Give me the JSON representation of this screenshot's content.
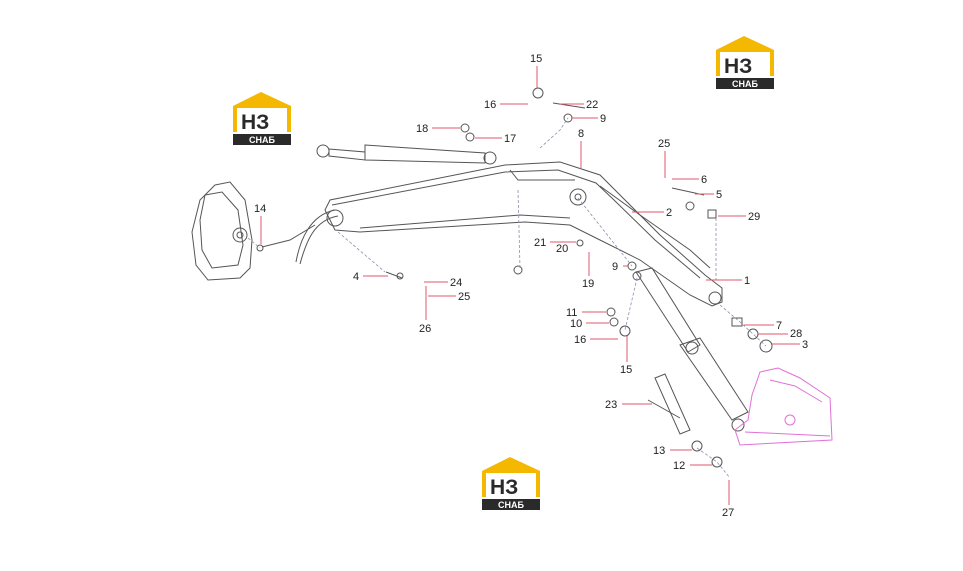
{
  "logo": {
    "letters": "НЗ",
    "word": "СНАБ",
    "color_yellow": "#f5b800",
    "color_dark": "#2a2a2a"
  },
  "callouts": {
    "c1": "1",
    "c2": "2",
    "c3": "3",
    "c4": "4",
    "c5": "5",
    "c6": "6",
    "c7": "7",
    "c8": "8",
    "c9a": "9",
    "c9b": "9",
    "c10": "10",
    "c11": "11",
    "c12": "12",
    "c13": "13",
    "c14": "14",
    "c15a": "15",
    "c15b": "15",
    "c16a": "16",
    "c16b": "16",
    "c17": "17",
    "c18": "18",
    "c19": "19",
    "c20": "20",
    "c21": "21",
    "c22": "22",
    "c23": "23",
    "c24": "24",
    "c25a": "25",
    "c25b": "25",
    "c26": "26",
    "c27": "27",
    "c28": "28",
    "c29": "29"
  },
  "colors": {
    "leader": "#e05a6a",
    "line_art": "#555555",
    "bucket": "#e070d8"
  }
}
